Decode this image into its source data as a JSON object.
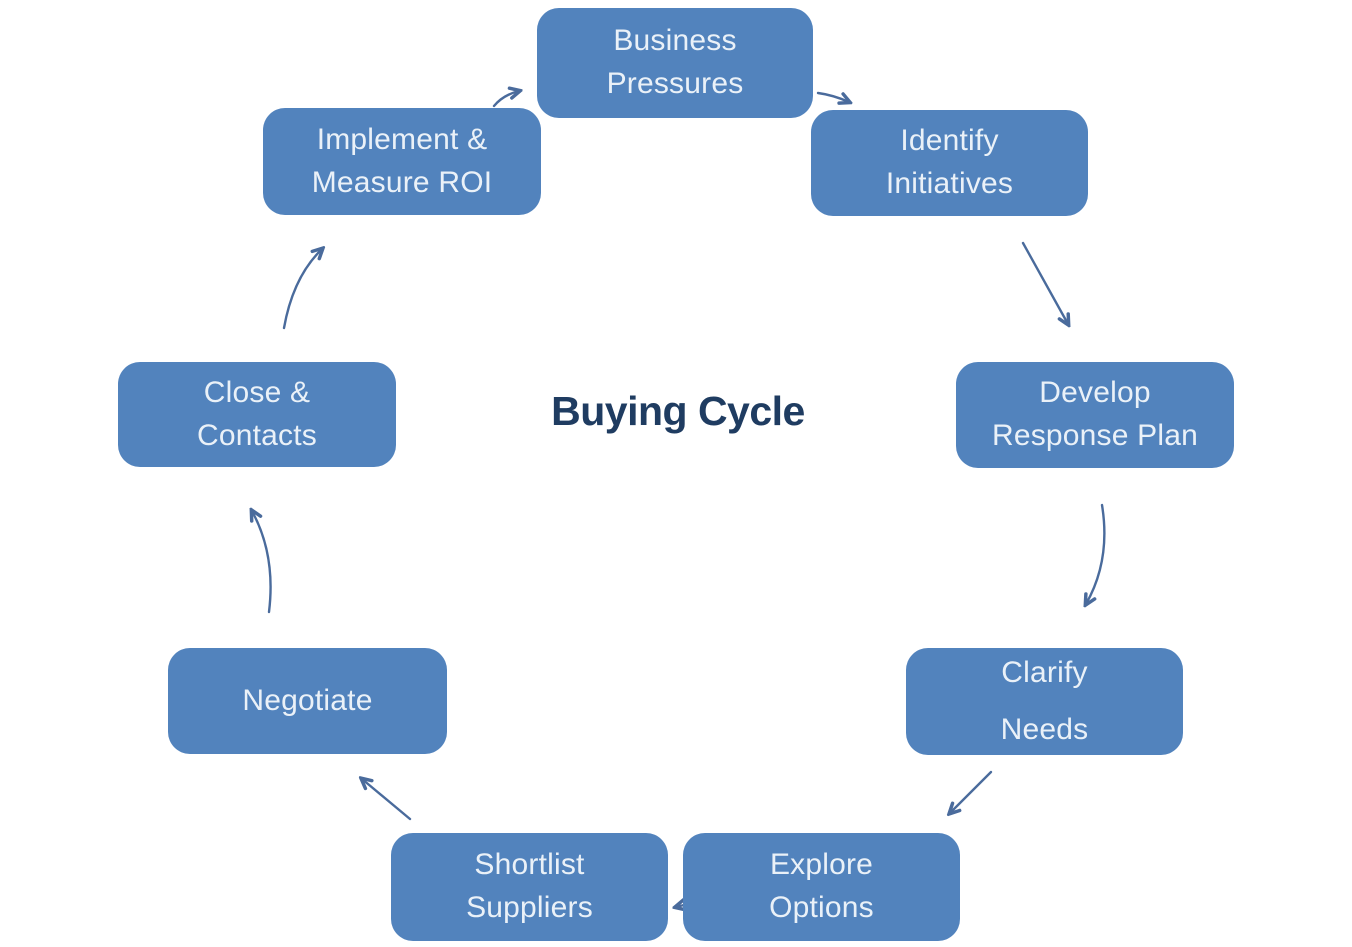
{
  "diagram": {
    "title": "Buying Cycle",
    "type": "cycle-diagram",
    "colors": {
      "box_fill": "#5283BD",
      "box_text": "#EAF1F8",
      "title_text": "#1F3C61",
      "arrow": "#4A6B9C",
      "background": "#FFFFFF"
    },
    "nodes": [
      {
        "id": "business-pressures",
        "line1": "Business",
        "line2": "Pressures"
      },
      {
        "id": "identify-initiatives",
        "line1": "Identify",
        "line2": "Initiatives"
      },
      {
        "id": "develop-response-plan",
        "line1": "Develop",
        "line2": "Response Plan"
      },
      {
        "id": "clarify-needs",
        "line1": "Clarify",
        "line2": "Needs"
      },
      {
        "id": "explore-options",
        "line1": "Explore",
        "line2": "Options"
      },
      {
        "id": "shortlist-suppliers",
        "line1": "Shortlist",
        "line2": "Suppliers"
      },
      {
        "id": "negotiate",
        "line1": "Negotiate",
        "line2": ""
      },
      {
        "id": "close-contacts",
        "line1": "Close &",
        "line2": "Contacts"
      },
      {
        "id": "implement-measure-roi",
        "line1": "Implement &",
        "line2": "Measure ROI"
      }
    ],
    "flow_order": [
      "Business Pressures",
      "Identify Initiatives",
      "Develop Response Plan",
      "Clarify Needs",
      "Explore Options",
      "Shortlist Suppliers",
      "Negotiate",
      "Close & Contacts",
      "Implement & Measure ROI"
    ]
  }
}
